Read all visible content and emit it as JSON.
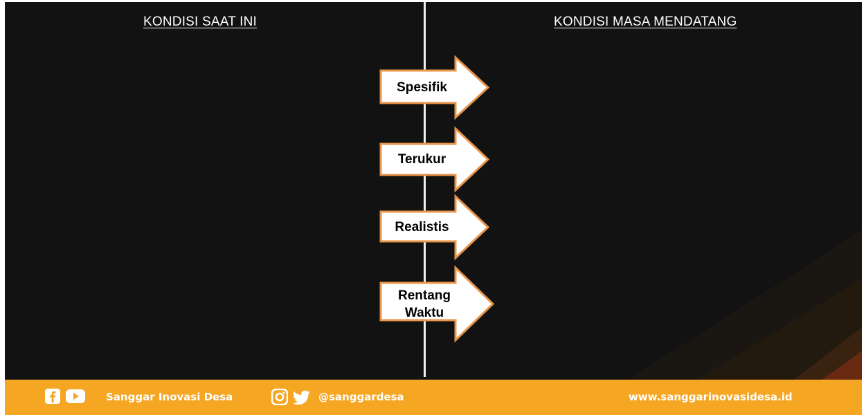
{
  "headings": {
    "left": "KONDISI SAAT INI",
    "right": "KONDISI MASA MENDATANG"
  },
  "arrows": [
    {
      "label_lines": [
        "Spesifik"
      ]
    },
    {
      "label_lines": [
        "Terukur"
      ]
    },
    {
      "label_lines": [
        "Realistis"
      ]
    },
    {
      "label_lines": [
        "Rentang",
        "Waktu"
      ]
    }
  ],
  "footer": {
    "brand_name": "Sanggar Inovasi Desa",
    "social_handle": "@sanggardesa",
    "website": "www.sanggarinovasidesa.id",
    "icons": [
      "facebook-icon",
      "youtube-icon",
      "instagram-icon",
      "twitter-icon"
    ]
  },
  "colors": {
    "background": "#121212",
    "arrow_fill": "#ffffff",
    "arrow_stroke": "#e8944a",
    "footer_bar": "#f5a623",
    "divider": "#f2f2f2"
  }
}
